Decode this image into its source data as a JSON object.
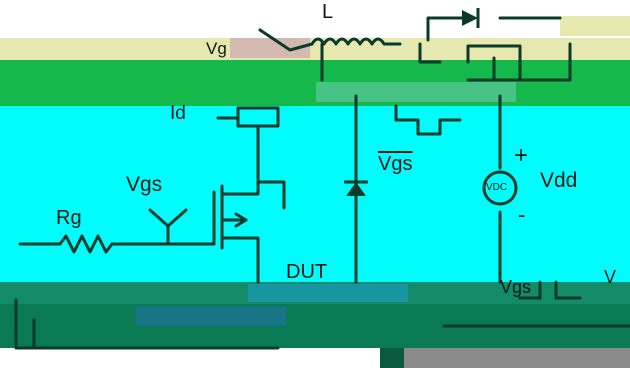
{
  "labels": {
    "inductor": "L",
    "vg_partial": "Vg",
    "drain_current": "Id",
    "vgs_bar": "Vgs",
    "plus_sign": "+",
    "vdd": "Vdd",
    "minus_sign": "-",
    "vgs": "Vgs",
    "gate_resistor": "Rg",
    "dut": "DUT",
    "vgs_bottom": "Vgs",
    "cut_off_label": "V",
    "vdc": "VDC"
  },
  "colors": {
    "band_yellow": "#e6e8b0",
    "band_green": "#15b84a",
    "cyan": "#00fdfd",
    "dark_teal": "#0a7a55",
    "mid_teal": "#138a68",
    "gray_block": "#8a8a8a",
    "line": "#0a3a2a"
  }
}
